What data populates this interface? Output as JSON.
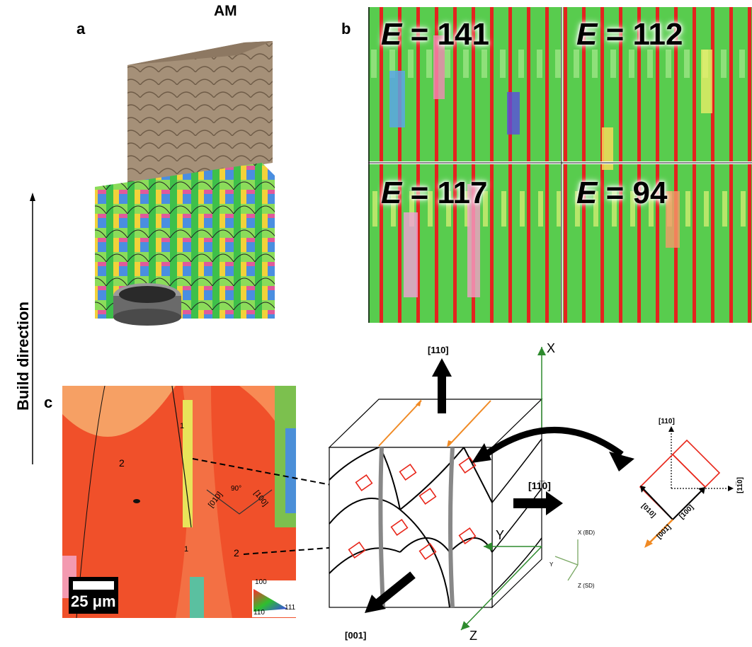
{
  "panel_a": {
    "letter": "a",
    "title": "AM"
  },
  "panel_b": {
    "letter": "b",
    "tiles": [
      {
        "prefix": "E",
        "value": "= 141"
      },
      {
        "prefix": "E",
        "value": "= 112"
      },
      {
        "prefix": "E",
        "value": "= 117"
      },
      {
        "prefix": "E",
        "value": "= 94"
      }
    ]
  },
  "panel_c": {
    "letter": "c",
    "grain_labels": [
      "2",
      "1",
      "1",
      "2"
    ],
    "angle_label": "90°",
    "dir_010": "[010]",
    "dir_100": "[100]",
    "scalebar": "25 μm",
    "ipf": {
      "top": "100",
      "bottom_left": "110",
      "right": "111"
    },
    "marker_2": "2"
  },
  "build_direction": "Build direction",
  "schematic": {
    "arrow_110": "[110]",
    "arrow_1-10": "[11̅0]",
    "arrow_001": "[001]",
    "axis_x": "X",
    "axis_y": "Y",
    "axis_z": "Z",
    "mini_axes": {
      "x": "X (BD)",
      "y": "Y",
      "z": "Z (SD)"
    }
  },
  "unit_cell": {
    "d110": "[110]",
    "d1-10": "[11̅0]",
    "d010": "[010]",
    "d100": "[100]",
    "d001": "[001]"
  },
  "colors": {
    "accent_red": "#e8261a",
    "accent_green": "#2e8b2e",
    "arrow_orange": "#f08a24"
  }
}
